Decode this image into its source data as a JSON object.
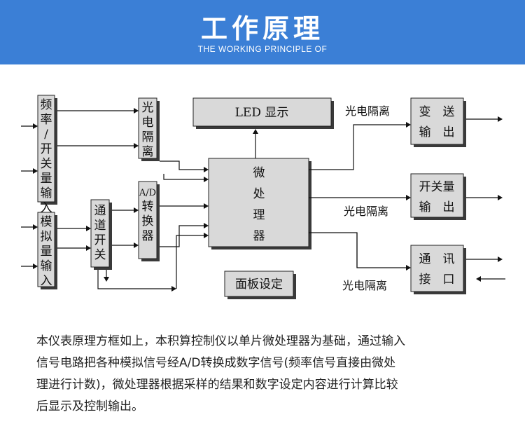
{
  "header": {
    "title": "工作原理",
    "subtitle": "THE WORKING PRINCIPLE OF"
  },
  "diagram": {
    "blocks": {
      "freq_switch_input": "频率/开关量输入",
      "analog_input": "模拟量输入",
      "opto_isolation_1": "光电隔离",
      "ad_converter": "A/D转换器",
      "channel_switch": "通道开关",
      "led_display": "LED 显示",
      "microprocessor": "微处理器",
      "panel_setting": "面板设定",
      "transmit_output": [
        "变　送",
        "输　出"
      ],
      "switch_output": [
        "开关量",
        "输　出"
      ],
      "comm_interface": [
        "通　讯",
        "接　口"
      ]
    },
    "edge_labels": {
      "iso_transmit": "光电隔离",
      "iso_switch": "光电隔离",
      "iso_comm": "光电隔离"
    }
  },
  "description": {
    "lines": [
      "本仪表原理方框如上，本积算控制仪以单片微处理器为基础，通过输入",
      "信号电路把各种模拟信号经A/D转换成数字信号(频率信号直接由微处",
      "理进行计数)，微处理器根据采样的结果和数字设定内容进行计算比较",
      "后显示及控制输出。"
    ]
  }
}
